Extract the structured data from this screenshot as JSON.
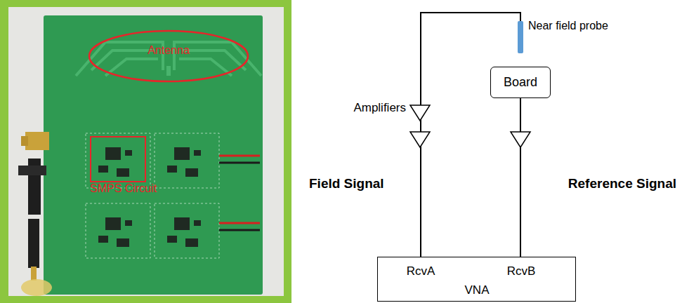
{
  "diagram": {
    "nodes": [
      {
        "text": [
          "Antenna"
        ]
      },
      {
        "text": [
          "SMPS Circuit"
        ]
      },
      {
        "text": [
          "Near field probe"
        ]
      },
      {
        "text": [
          "Board"
        ]
      },
      {
        "text": [
          "RcvA",
          "RcvB",
          "VNA"
        ]
      }
    ],
    "edges": [
      {
        "from": 2,
        "to": 4,
        "arrow": "none"
      },
      {
        "from": 3,
        "to": 4,
        "arrow": "none"
      }
    ],
    "labels": [
      "Amplifiers",
      "Field Signal",
      "Reference Signal"
    ]
  }
}
